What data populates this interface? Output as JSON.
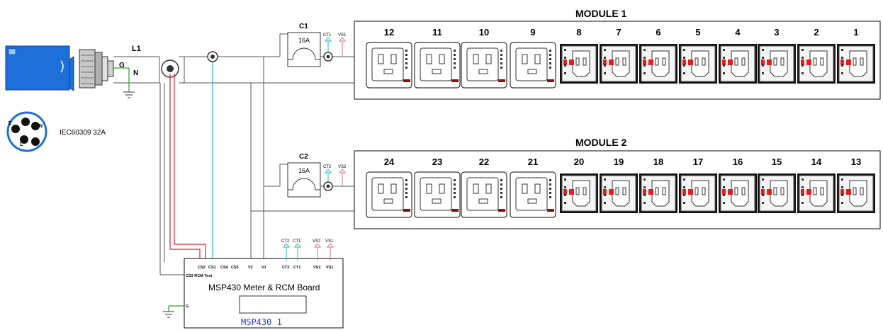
{
  "modules": [
    {
      "title": "MODULE 1",
      "outlet_numbers": [
        "12",
        "11",
        "10",
        "9",
        "8",
        "7",
        "6",
        "5",
        "4",
        "3",
        "2",
        "1"
      ]
    },
    {
      "title": "MODULE 2",
      "outlet_numbers": [
        "24",
        "23",
        "22",
        "21",
        "20",
        "19",
        "18",
        "17",
        "16",
        "15",
        "14",
        "13"
      ]
    }
  ],
  "breakers": [
    {
      "name": "C1",
      "rating": "16A",
      "ct": "CT1",
      "vs": "VS1"
    },
    {
      "name": "C2",
      "rating": "16A",
      "ct": "CT2",
      "vs": "VS2"
    }
  ],
  "plug": {
    "line_label": "L1",
    "ground_label": "G",
    "neutral_label": "N",
    "connector_label": "IEC60309 32A",
    "pin_labels": [
      "N",
      "L",
      "E"
    ]
  },
  "board": {
    "title": "MSP430 Meter & RCM Board",
    "chip_label": "MSP430 1",
    "pins_top": [
      "CS2",
      "CS1",
      "CS4",
      "CS5",
      "V2",
      "V1",
      "CT2",
      "CT1",
      "VS2",
      "VS1"
    ],
    "pins_left": [
      "CS3 RCM Test"
    ],
    "ground_pin": "G",
    "header_labels": [
      "CT2",
      "CT1",
      "VS2",
      "VS1"
    ]
  },
  "colors": {
    "ground_wire": "#2e9e2e",
    "rcm_wire": "#e02020",
    "ct_wire": "#22b8c8",
    "vs_wire": "#e07070",
    "plug_blue": "#1e6fd9",
    "outlet_red": "#e02020"
  }
}
